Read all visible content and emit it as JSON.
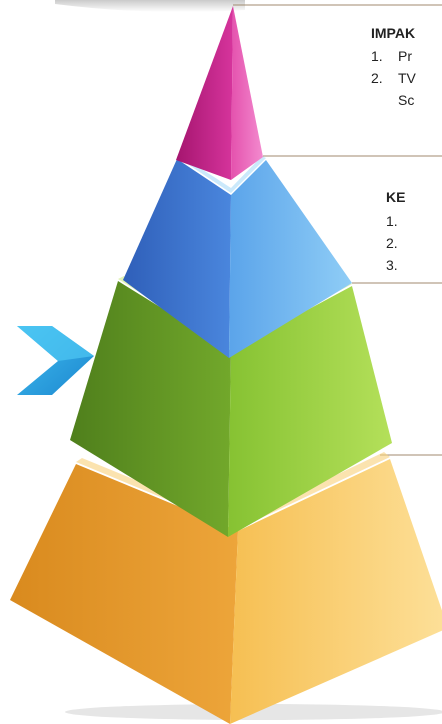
{
  "levels": {
    "impak": {
      "heading": "IMPAK",
      "items": [
        {
          "number": "1.",
          "text": "Pr"
        },
        {
          "number": "2.",
          "text": "TV"
        },
        {
          "number": "",
          "text": "Sc"
        }
      ],
      "color": "#d6349c"
    },
    "ke": {
      "heading": "KE",
      "items": [
        {
          "number": "1.",
          "text": ""
        },
        {
          "number": "2.",
          "text": ""
        },
        {
          "number": "3.",
          "text": ""
        }
      ],
      "color": "#3f86d6"
    },
    "level3": {
      "color": "#6ea52a"
    },
    "level4": {
      "color": "#f0a834"
    }
  },
  "arrow_color": "#29a4e0"
}
